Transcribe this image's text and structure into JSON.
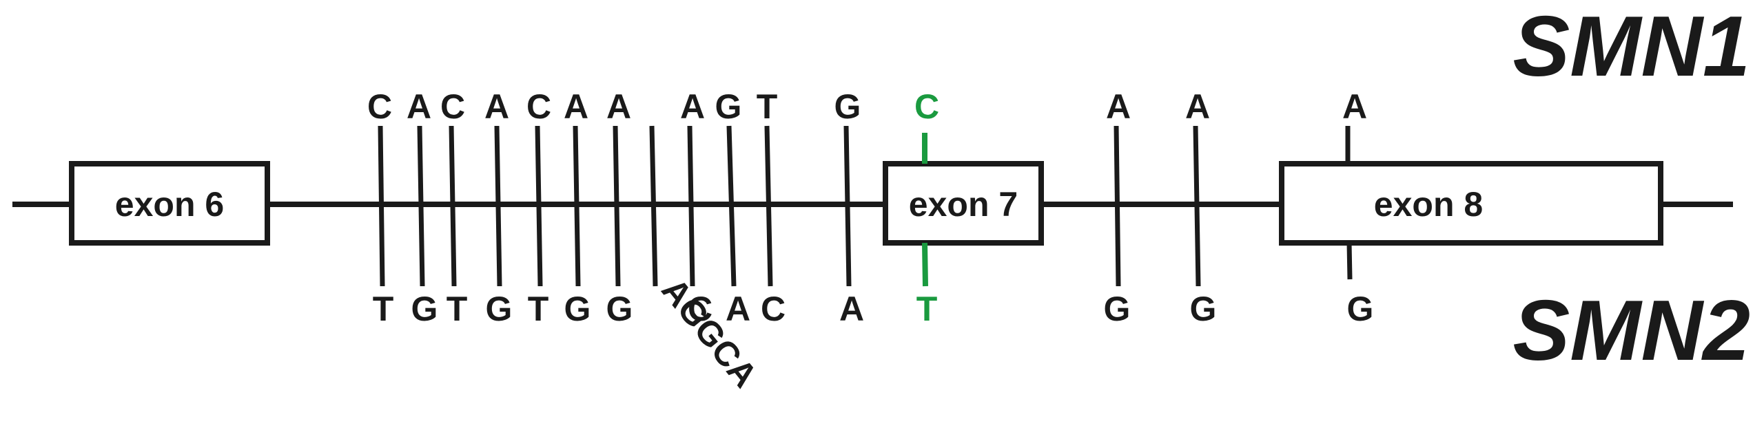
{
  "gene_labels": {
    "top": "SMN1",
    "bottom": "SMN2"
  },
  "exons": [
    {
      "label": "exon 6"
    },
    {
      "label": "exon 7"
    },
    {
      "label": "exon 8"
    }
  ],
  "variants": [
    {
      "top": "C",
      "bottom": "T"
    },
    {
      "top": "A",
      "bottom": "G"
    },
    {
      "top": "C",
      "bottom": "T"
    },
    {
      "top": "A",
      "bottom": "G"
    },
    {
      "top": "C",
      "bottom": "T"
    },
    {
      "top": "A",
      "bottom": "G"
    },
    {
      "top": "A",
      "bottom": "G"
    },
    {
      "top": "",
      "bottom": "AGGCA"
    },
    {
      "top": "A",
      "bottom": "C"
    },
    {
      "top": "G",
      "bottom": "A"
    },
    {
      "top": "T",
      "bottom": "C"
    },
    {
      "top": "G",
      "bottom": "A"
    },
    {
      "top": "C",
      "bottom": "T",
      "highlight": true
    },
    {
      "top": "A",
      "bottom": "G"
    },
    {
      "top": "A",
      "bottom": "G"
    },
    {
      "top": "A",
      "bottom": "G"
    }
  ],
  "colors": {
    "line": "#1a1a1a",
    "highlight": "#1a9a3f",
    "background": "#ffffff"
  }
}
